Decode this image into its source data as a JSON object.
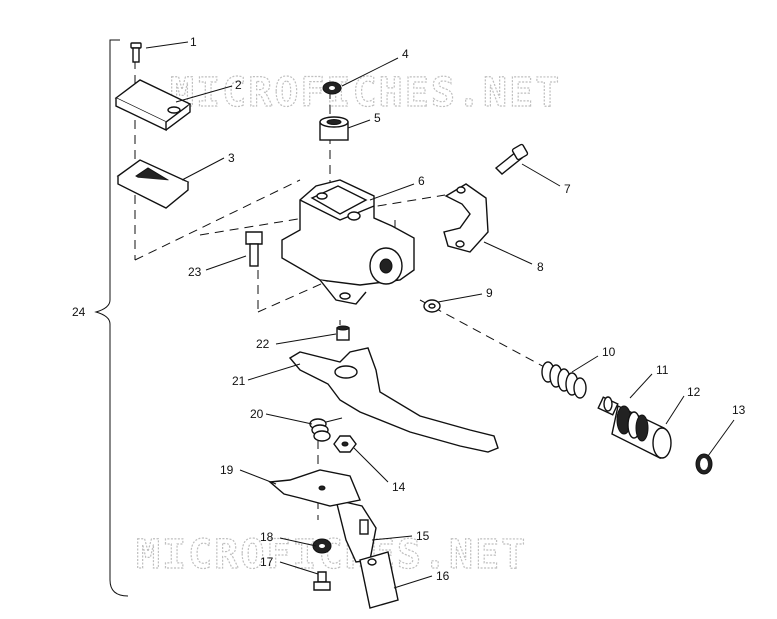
{
  "watermarks": [
    "MICROFICHES.NET",
    "MICROFICHES.NET"
  ],
  "callouts": [
    "1",
    "2",
    "3",
    "4",
    "5",
    "6",
    "7",
    "8",
    "9",
    "10",
    "11",
    "12",
    "13",
    "14",
    "15",
    "16",
    "17",
    "18",
    "19",
    "20",
    "21",
    "22",
    "23",
    "24"
  ]
}
